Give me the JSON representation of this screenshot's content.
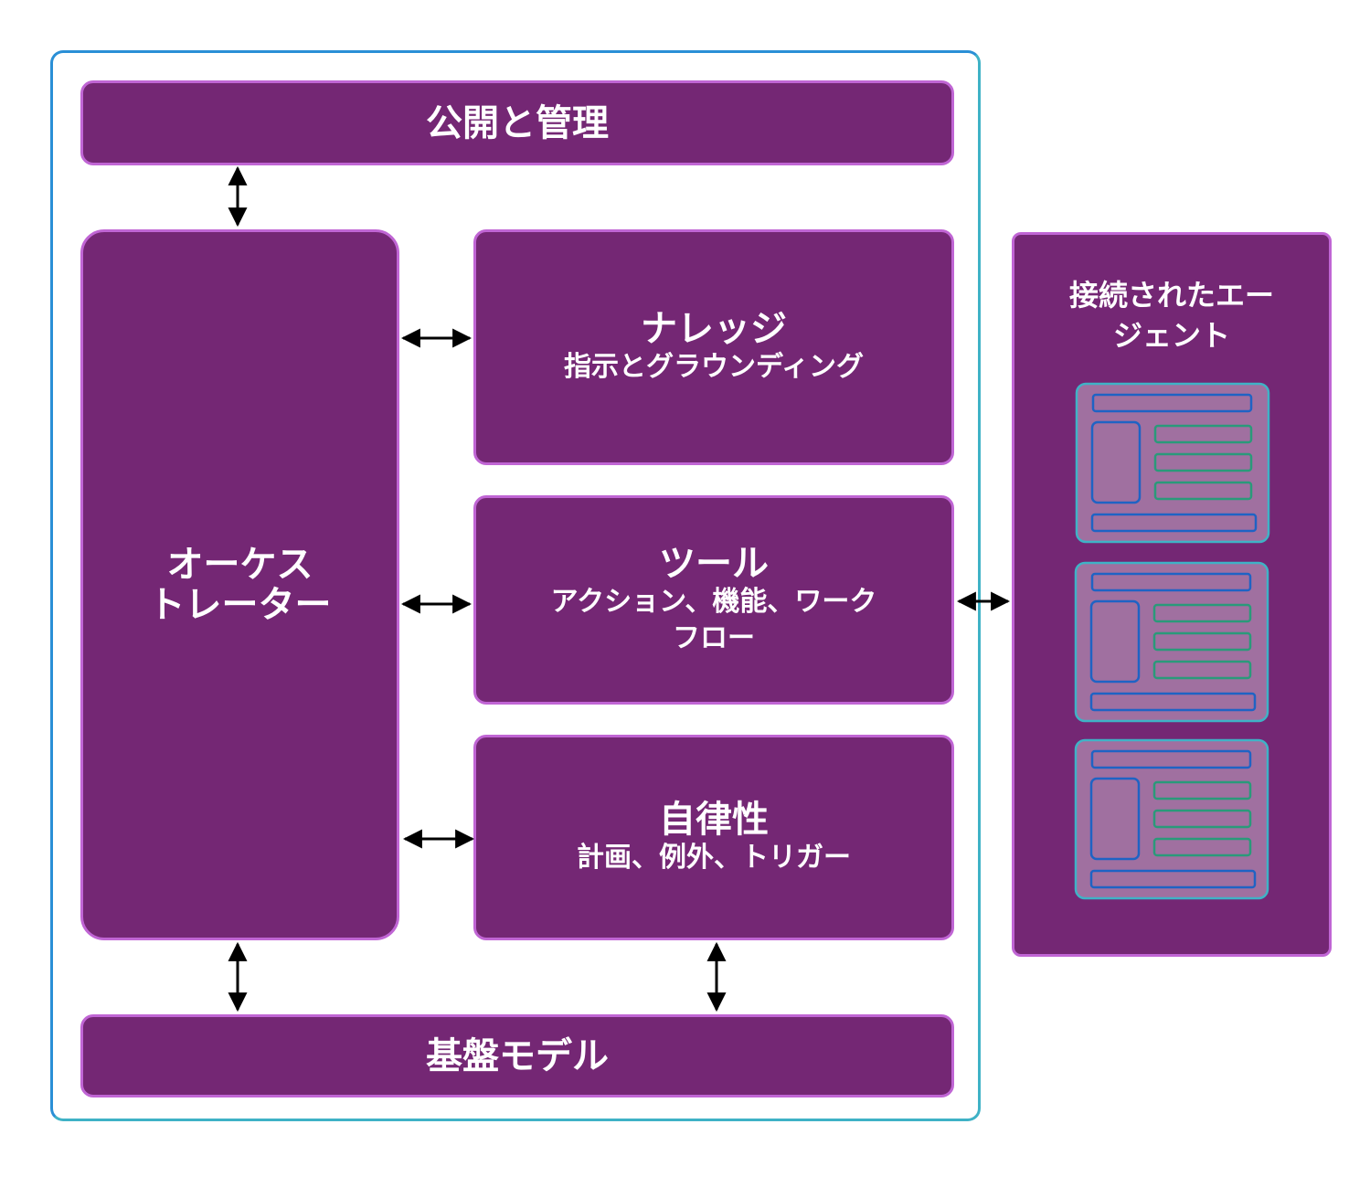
{
  "publish": {
    "label": "公開と管理"
  },
  "orchestrator": {
    "line1": "オーケス",
    "line2": "トレーター"
  },
  "knowledge": {
    "title": "ナレッジ",
    "subtitle": "指示とグラウンディング"
  },
  "tools": {
    "title": "ツール",
    "subtitle_line1": "アクション、機能、ワーク",
    "subtitle_line2": "フロー"
  },
  "autonomy": {
    "title": "自律性",
    "subtitle": "計画、例外、トリガー"
  },
  "foundation": {
    "label": "基盤モデル"
  },
  "agents": {
    "title_line1": "接続されたエー",
    "title_line2": "ジェント",
    "card_count_visible": 3
  },
  "colors": {
    "box_fill": "#742774",
    "box_border": "#c065d4",
    "frame_border": "#3fb2c6",
    "card_fill": "#a070a0",
    "card_border": "#3fb2c6",
    "card_bar_blue": "#1f63c4",
    "card_bar_green": "#2a9a7a",
    "arrow": "#000000"
  }
}
